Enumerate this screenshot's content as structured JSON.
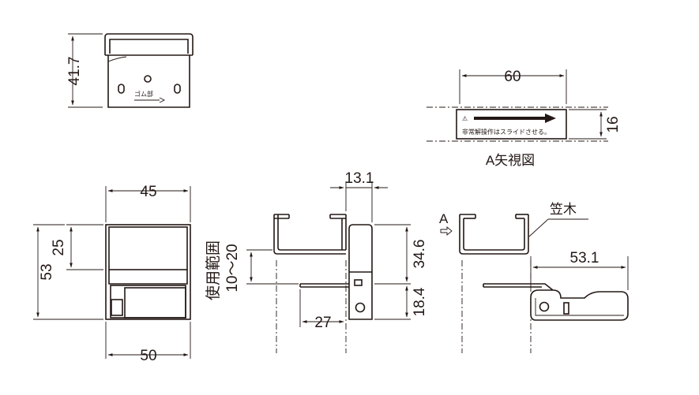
{
  "dimensions": {
    "top_height": "41.7",
    "front_width": "45",
    "front_upper": "25",
    "front_total": "53",
    "front_base": "50",
    "side_top": "13.1",
    "side_range_label": "使用範囲",
    "side_range_value": "10～20",
    "side_upper": "34.6",
    "side_lower": "18.4",
    "side_width": "27",
    "right_width": "53.1",
    "view_width": "60",
    "view_height": "16"
  },
  "labels": {
    "rubber_part": "ゴム部",
    "view_a_caption": "A矢視図",
    "view_arrow": "A",
    "frame_member": "笠木",
    "warning_text": "非常解操作はスライドさせる。",
    "warning_symbol": "⚠"
  }
}
